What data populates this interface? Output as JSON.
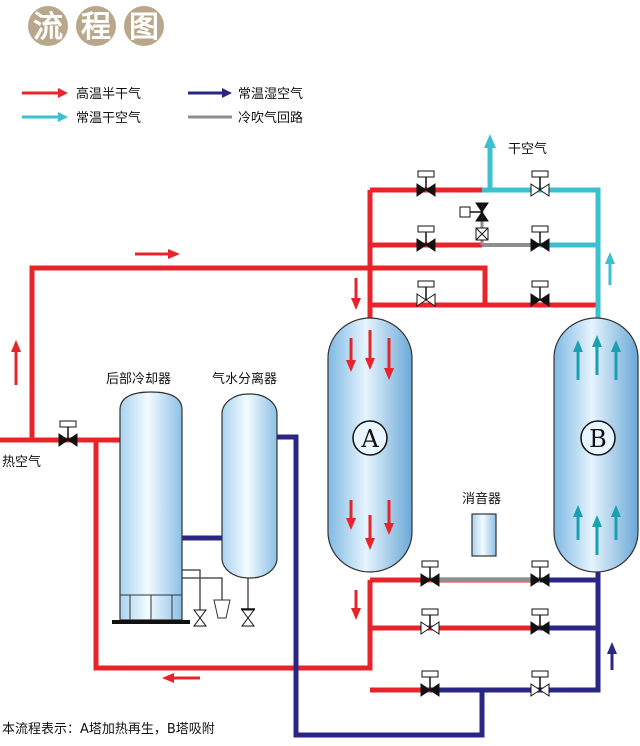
{
  "title": {
    "c1": "流",
    "c2": "程",
    "c3": "图"
  },
  "legend": {
    "hot_semi_dry": "高温半干气",
    "ambient_wet": "常温湿空气",
    "ambient_dry": "常温干空气",
    "purge_loop": "冷吹气回路"
  },
  "labels": {
    "dry_air": "干空气",
    "hot_air": "热空气",
    "aftercooler": "后部冷却器",
    "separator": "气水分离器",
    "silencer": "消音器",
    "tower_a": "A",
    "tower_b": "B"
  },
  "caption": "本流程表示：A塔加热再生，B塔吸附",
  "colors": {
    "hot": "#e8242a",
    "wet": "#2b2583",
    "dry": "#3cc0cf",
    "purge": "#8e8e8e",
    "title_bg": "#b8a78a"
  }
}
